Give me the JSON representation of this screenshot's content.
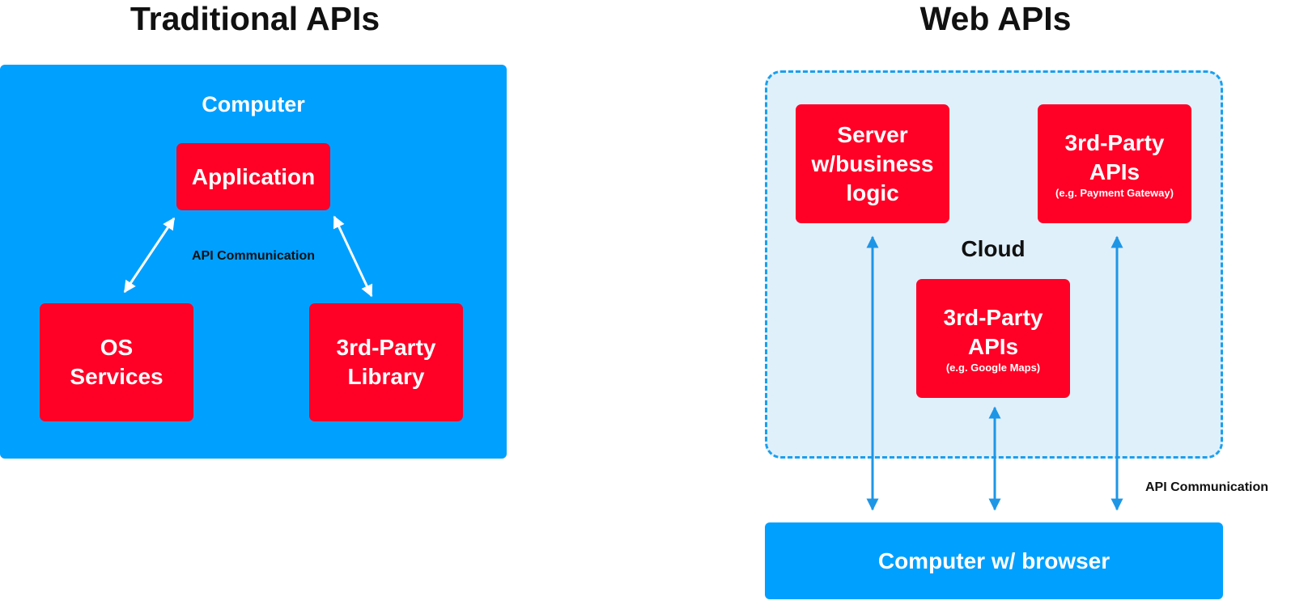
{
  "titles": {
    "left": "Traditional APIs",
    "right": "Web APIs"
  },
  "traditional": {
    "container_label": "Computer",
    "application": "Application",
    "os_services": "OS\nServices",
    "library": "3rd-Party\nLibrary",
    "communication_label": "API Communication"
  },
  "web": {
    "cloud_label": "Cloud",
    "server": "Server\nw/business\nlogic",
    "payment_api": {
      "title": "3rd-Party\nAPIs",
      "subtitle": "(e.g. Payment Gateway)"
    },
    "maps_api": {
      "title": "3rd-Party\nAPIs",
      "subtitle": "(e.g. Google Maps)"
    },
    "browser": "Computer w/ browser",
    "communication_label": "API Communication"
  },
  "colors": {
    "blue": "#00a0ff",
    "red": "#ff0026",
    "cloud_fill": "#e0f0fb",
    "cloud_border": "#1aa0ee",
    "heading": "#111111"
  },
  "icons": [
    "double-arrow-icon"
  ]
}
